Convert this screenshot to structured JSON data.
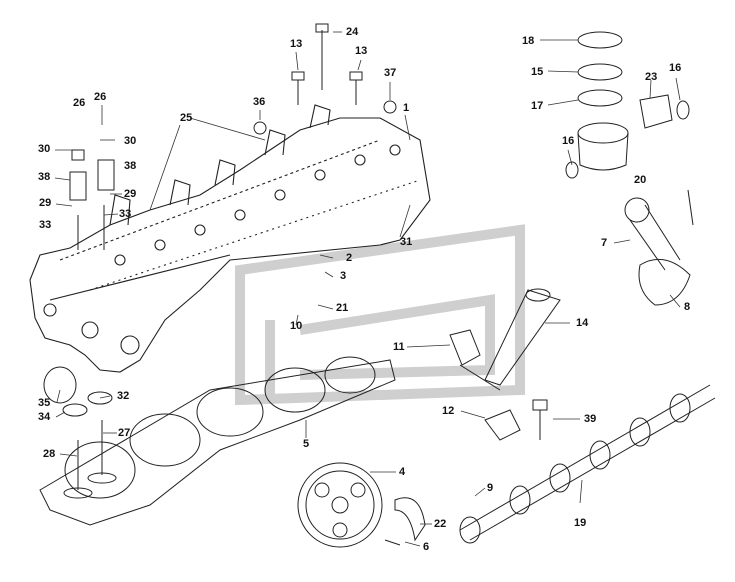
{
  "diagram": {
    "callouts": [
      {
        "id": "c-18",
        "text": "18"
      },
      {
        "id": "c-15",
        "text": "15"
      },
      {
        "id": "c-17",
        "text": "17"
      },
      {
        "id": "c-23",
        "text": "23"
      },
      {
        "id": "c-16a",
        "text": "16"
      },
      {
        "id": "c-16b",
        "text": "16"
      },
      {
        "id": "c-20",
        "text": "20"
      },
      {
        "id": "c-24",
        "text": "24"
      },
      {
        "id": "c-13a",
        "text": "13"
      },
      {
        "id": "c-13b",
        "text": "13"
      },
      {
        "id": "c-37",
        "text": "37"
      },
      {
        "id": "c-26a",
        "text": "26"
      },
      {
        "id": "c-26b",
        "text": "26"
      },
      {
        "id": "c-36",
        "text": "36"
      },
      {
        "id": "c-1",
        "text": "1"
      },
      {
        "id": "c-25",
        "text": "25"
      },
      {
        "id": "c-30a",
        "text": "30"
      },
      {
        "id": "c-30b",
        "text": "30"
      },
      {
        "id": "c-38a",
        "text": "38"
      },
      {
        "id": "c-38b",
        "text": "38"
      },
      {
        "id": "c-29a",
        "text": "29"
      },
      {
        "id": "c-29b",
        "text": "29"
      },
      {
        "id": "c-33a",
        "text": "33"
      },
      {
        "id": "c-33b",
        "text": "33"
      },
      {
        "id": "c-31",
        "text": "31"
      },
      {
        "id": "c-7",
        "text": "7"
      },
      {
        "id": "c-2",
        "text": "2"
      },
      {
        "id": "c-3",
        "text": "3"
      },
      {
        "id": "c-8",
        "text": "8"
      },
      {
        "id": "c-21",
        "text": "21"
      },
      {
        "id": "c-10",
        "text": "10"
      },
      {
        "id": "c-14",
        "text": "14"
      },
      {
        "id": "c-11",
        "text": "11"
      },
      {
        "id": "c-35",
        "text": "35"
      },
      {
        "id": "c-32",
        "text": "32"
      },
      {
        "id": "c-34",
        "text": "34"
      },
      {
        "id": "c-27",
        "text": "27"
      },
      {
        "id": "c-12",
        "text": "12"
      },
      {
        "id": "c-39",
        "text": "39"
      },
      {
        "id": "c-5",
        "text": "5"
      },
      {
        "id": "c-28",
        "text": "28"
      },
      {
        "id": "c-4",
        "text": "4"
      },
      {
        "id": "c-9",
        "text": "9"
      },
      {
        "id": "c-22",
        "text": "22"
      },
      {
        "id": "c-19",
        "text": "19"
      },
      {
        "id": "c-6",
        "text": "6"
      }
    ],
    "colors": {
      "line": "#222222",
      "watermark": "#cfcfcf",
      "background": "#ffffff"
    }
  }
}
